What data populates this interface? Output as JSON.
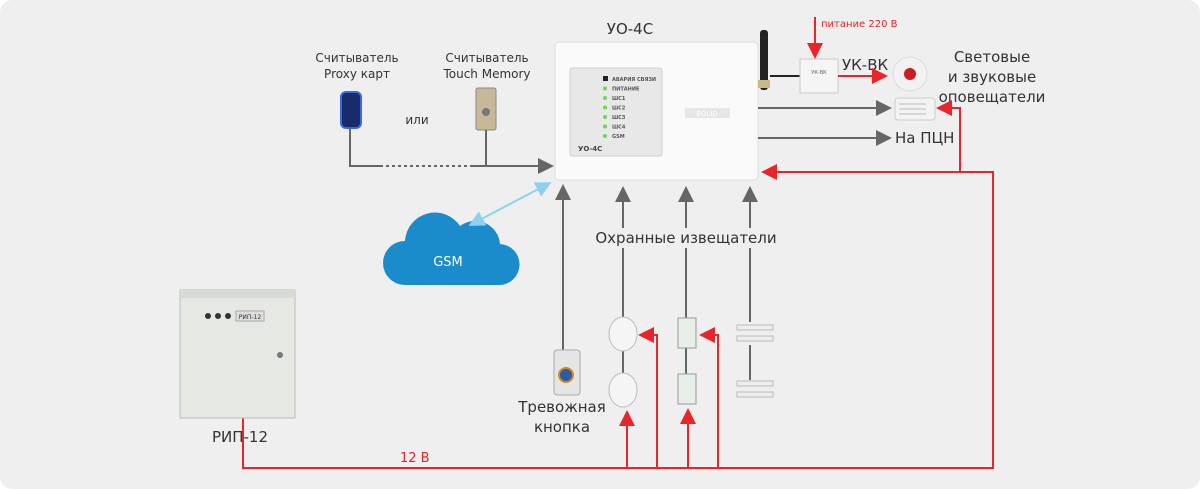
{
  "title": "УО-4С",
  "device": {
    "panel_label": "УО-4С",
    "indicators": [
      "АВАРИЯ СВЯЗИ",
      "ПИТАНИЕ",
      "ШС1",
      "ШС2",
      "ШС3",
      "ШС4",
      "GSM"
    ],
    "brand": "BOLID"
  },
  "readers": {
    "proxy": [
      "Считыватель",
      "Proxy карт"
    ],
    "touch_memory": [
      "Считыватель",
      "Touch Memory"
    ],
    "or": "или"
  },
  "gsm": "GSM",
  "ukvk": {
    "label": "УК-ВК",
    "box_label": "УК-ВК",
    "power": "питание 220 В"
  },
  "notifiers": [
    "Световые",
    "и звуковые",
    "оповещатели"
  ],
  "pcn": "На ПЦН",
  "detectors": "Охранные извещатели",
  "panic": [
    "Тревожная",
    "кнопка"
  ],
  "psu": {
    "label": "РИП-12",
    "front": "РИП-12"
  },
  "voltage": "12 В",
  "colors": {
    "power": "#e8252a",
    "signal": "#666666",
    "gsm": "#1a8ccc",
    "bg": "#efefef"
  }
}
